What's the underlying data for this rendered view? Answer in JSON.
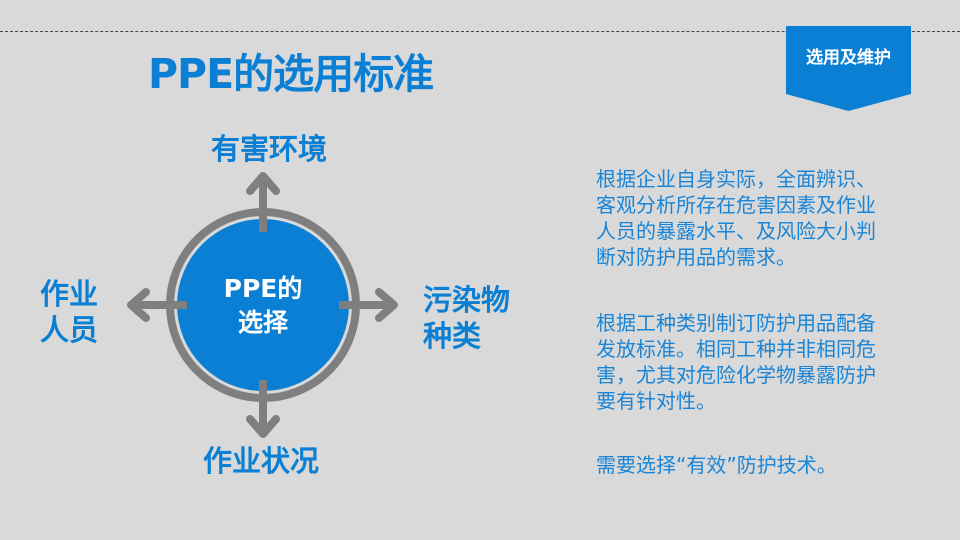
{
  "header": {
    "title": "PPE的选用标准",
    "section_badge": "选用及维护"
  },
  "diagram": {
    "center": [
      "PPE的",
      "选择"
    ],
    "top": "有害环境",
    "bottom": "作业状况",
    "left": [
      "作业",
      "人员"
    ],
    "right": [
      "污染物",
      "种类"
    ]
  },
  "paragraphs": [
    {
      "lines": [
        "根据企业自身实际，全面辨识、",
        "客观分析所存在危害因素及作业",
        "人员的暴露水平、及风险大小判",
        "断对防护用品的需求。"
      ]
    },
    {
      "lines": [
        "根据工种类别制订防护用品配备",
        "发放标准。相同工种并非相同危",
        "害，尤其对危险化学物暴露防护",
        "要有针对性。"
      ]
    },
    {
      "lines": [
        "需要选择“有效”防护技术。"
      ]
    }
  ],
  "colors": {
    "accent": "#0b7fd4",
    "ring": "#7f7f7f",
    "background": "#d9d9d9"
  }
}
